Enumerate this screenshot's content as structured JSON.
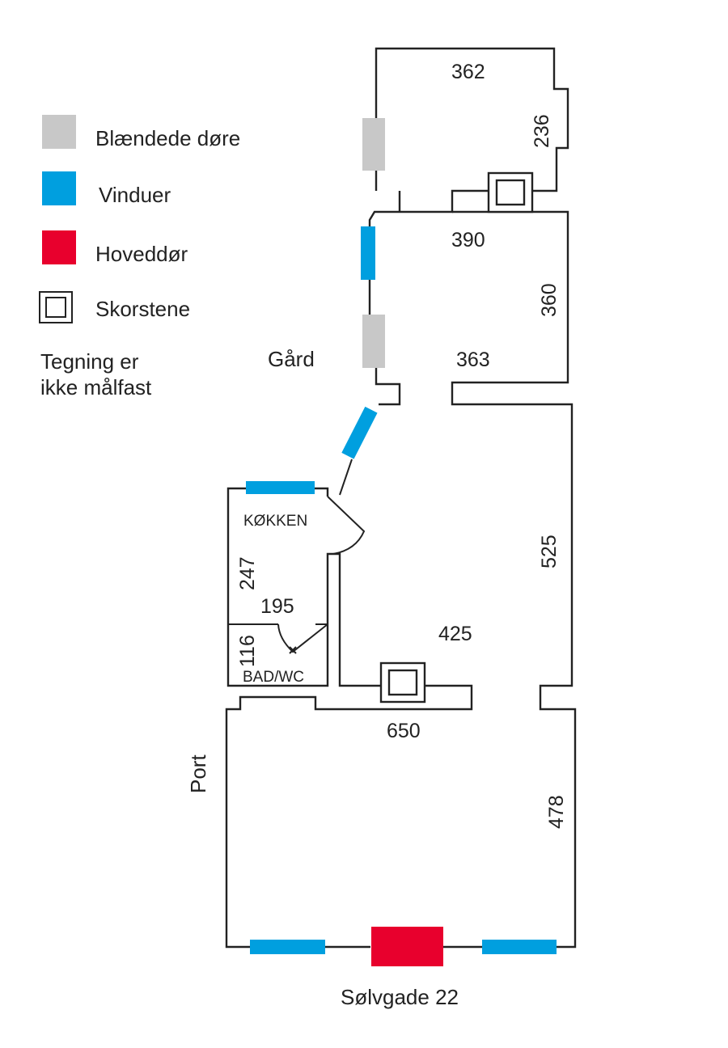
{
  "legend": {
    "items": [
      {
        "label": "Blændede døre",
        "icon": "blinded-door-swatch",
        "color": "#c8c8c8"
      },
      {
        "label": "Vinduer",
        "icon": "window-swatch",
        "color": "#009fdf"
      },
      {
        "label": "Hoveddør",
        "icon": "main-door-swatch",
        "color": "#e8002d"
      },
      {
        "label": "Skorstene",
        "icon": "chimney-icon"
      }
    ],
    "note_line1": "Tegning er",
    "note_line2": "ikke målfast"
  },
  "labels": {
    "courtyard": "Gård",
    "gate": "Port",
    "street": "Sølvgade 22",
    "kitchen": "KØKKEN",
    "bathroom": "BAD/WC"
  },
  "dimensions": {
    "top_room_width": "362",
    "top_room_depth": "236",
    "second_room_width_top": "390",
    "second_room_depth": "360",
    "second_room_width_bottom": "363",
    "middle_room_depth": "525",
    "middle_room_width": "425",
    "kitchen_depth": "247",
    "kitchen_width": "195",
    "bath_depth": "116",
    "front_room_width": "650",
    "front_room_depth": "478"
  },
  "colors": {
    "wall": "#222222",
    "blinded_door": "#c8c8c8",
    "window": "#009fdf",
    "main_door": "#e8002d"
  }
}
